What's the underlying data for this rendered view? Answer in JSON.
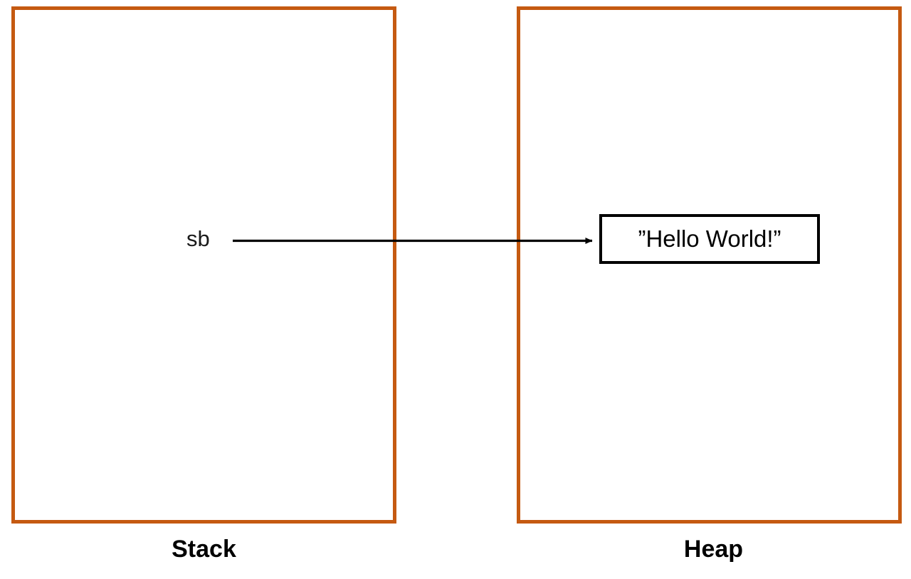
{
  "diagram": {
    "title": "Stack and Heap memory diagram",
    "background_color": "#FFFFFF",
    "accent_color": "#C55A11",
    "line_color": "#000000"
  },
  "regions": [
    {
      "id": "stack",
      "caption": "Stack",
      "border_color": "#C55A11"
    },
    {
      "id": "heap",
      "caption": "Heap",
      "border_color": "#C55A11"
    }
  ],
  "stack": {
    "caption": "Stack",
    "variable_label": "sb"
  },
  "heap": {
    "caption": "Heap",
    "value_label": "”Hello World!”"
  },
  "arrow": {
    "from": "sb",
    "to": "”Hello World!”",
    "direction": "right",
    "color": "#000000"
  }
}
